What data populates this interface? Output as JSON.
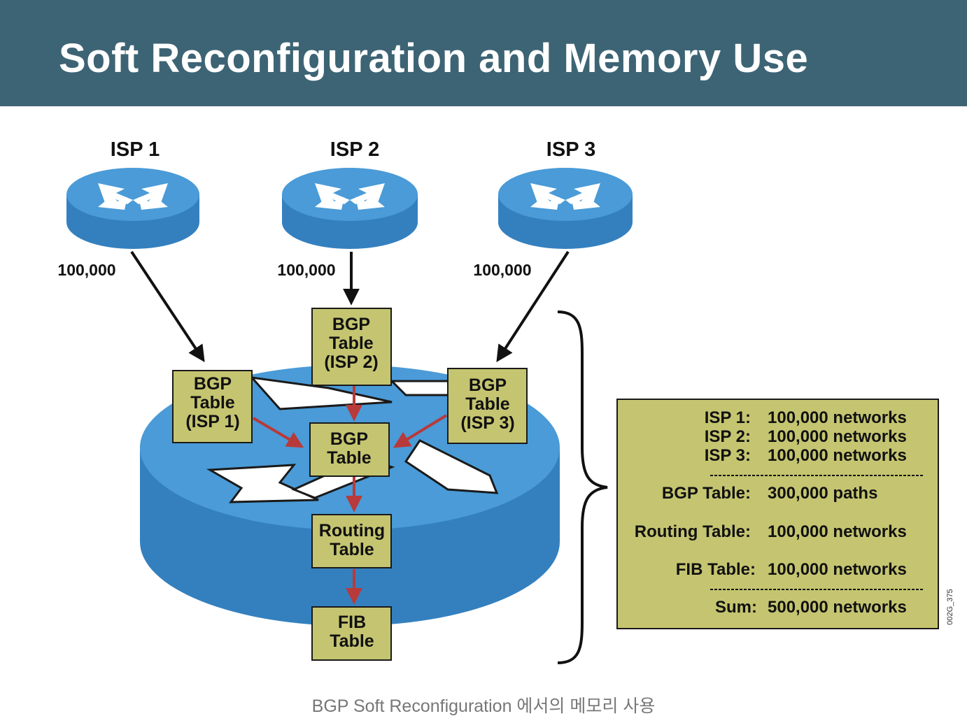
{
  "title": "Soft Reconfiguration and Memory Use",
  "isps": [
    {
      "label": "ISP 1",
      "count": "100,000"
    },
    {
      "label": "ISP 2",
      "count": "100,000"
    },
    {
      "label": "ISP 3",
      "count": "100,000"
    }
  ],
  "tables": {
    "bgp_isp1": [
      "BGP",
      "Table",
      "(ISP 1)"
    ],
    "bgp_isp2": [
      "BGP",
      "Table",
      "(ISP 2)"
    ],
    "bgp_isp3": [
      "BGP",
      "Table",
      "(ISP 3)"
    ],
    "bgp": [
      "BGP",
      "Table"
    ],
    "routing": [
      "Routing",
      "Table"
    ],
    "fib": [
      "FIB",
      "Table"
    ]
  },
  "summary": {
    "isp_rows": [
      {
        "label": "ISP 1:",
        "value": "100,000 networks"
      },
      {
        "label": "ISP 2:",
        "value": "100,000 networks"
      },
      {
        "label": "ISP 3:",
        "value": "100,000 networks"
      }
    ],
    "bgp": {
      "label": "BGP Table:",
      "value": "300,000 paths"
    },
    "routing": {
      "label": "Routing Table:",
      "value": "100,000 networks"
    },
    "fib": {
      "label": "FIB Table:",
      "value": "100,000 networks"
    },
    "sum": {
      "label": "Sum:",
      "value": "500,000 networks"
    }
  },
  "figure_code": "002G_375",
  "caption": "BGP Soft Reconfiguration 에서의 메모리 사용",
  "colors": {
    "header": "#3d6474",
    "router_blue": "#3b86c4",
    "router_top": "#4a9bd7",
    "table_box": "#c5c571",
    "flow_arrow": "#b83a3a"
  }
}
